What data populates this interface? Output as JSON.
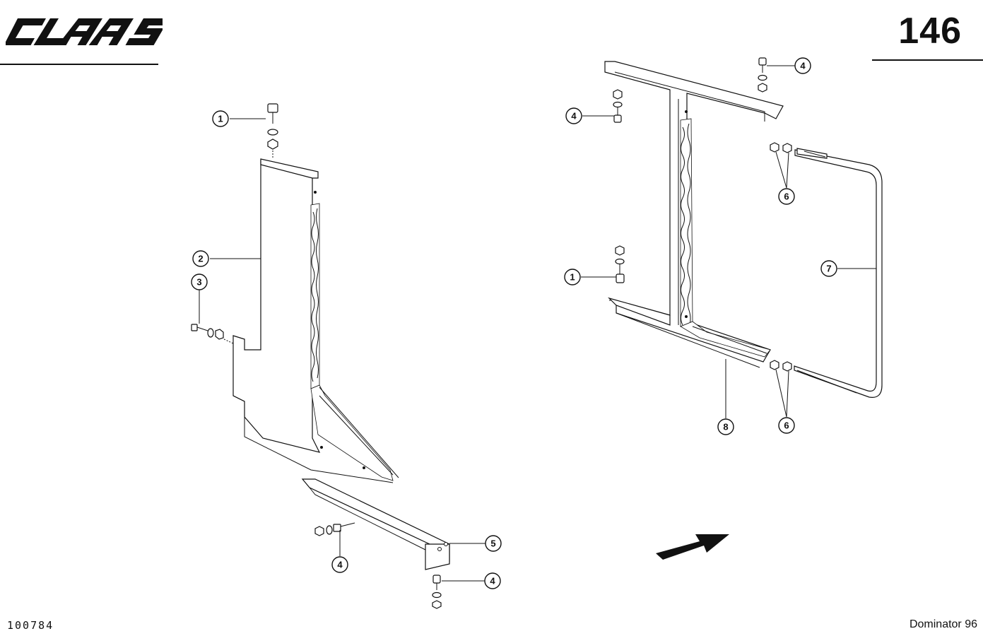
{
  "header": {
    "brand_logo_text": "CLAAS",
    "page_number": "146"
  },
  "footer": {
    "drawing_number": "100784",
    "model_name": "Dominator 96"
  },
  "callouts": {
    "left_1": "1",
    "left_2": "2",
    "left_3": "3",
    "left_4a": "4",
    "left_5": "5",
    "left_4b": "4",
    "right_4a": "4",
    "right_4b": "4",
    "right_6a": "6",
    "right_1": "1",
    "right_7": "7",
    "right_8": "8",
    "right_6b": "6"
  }
}
